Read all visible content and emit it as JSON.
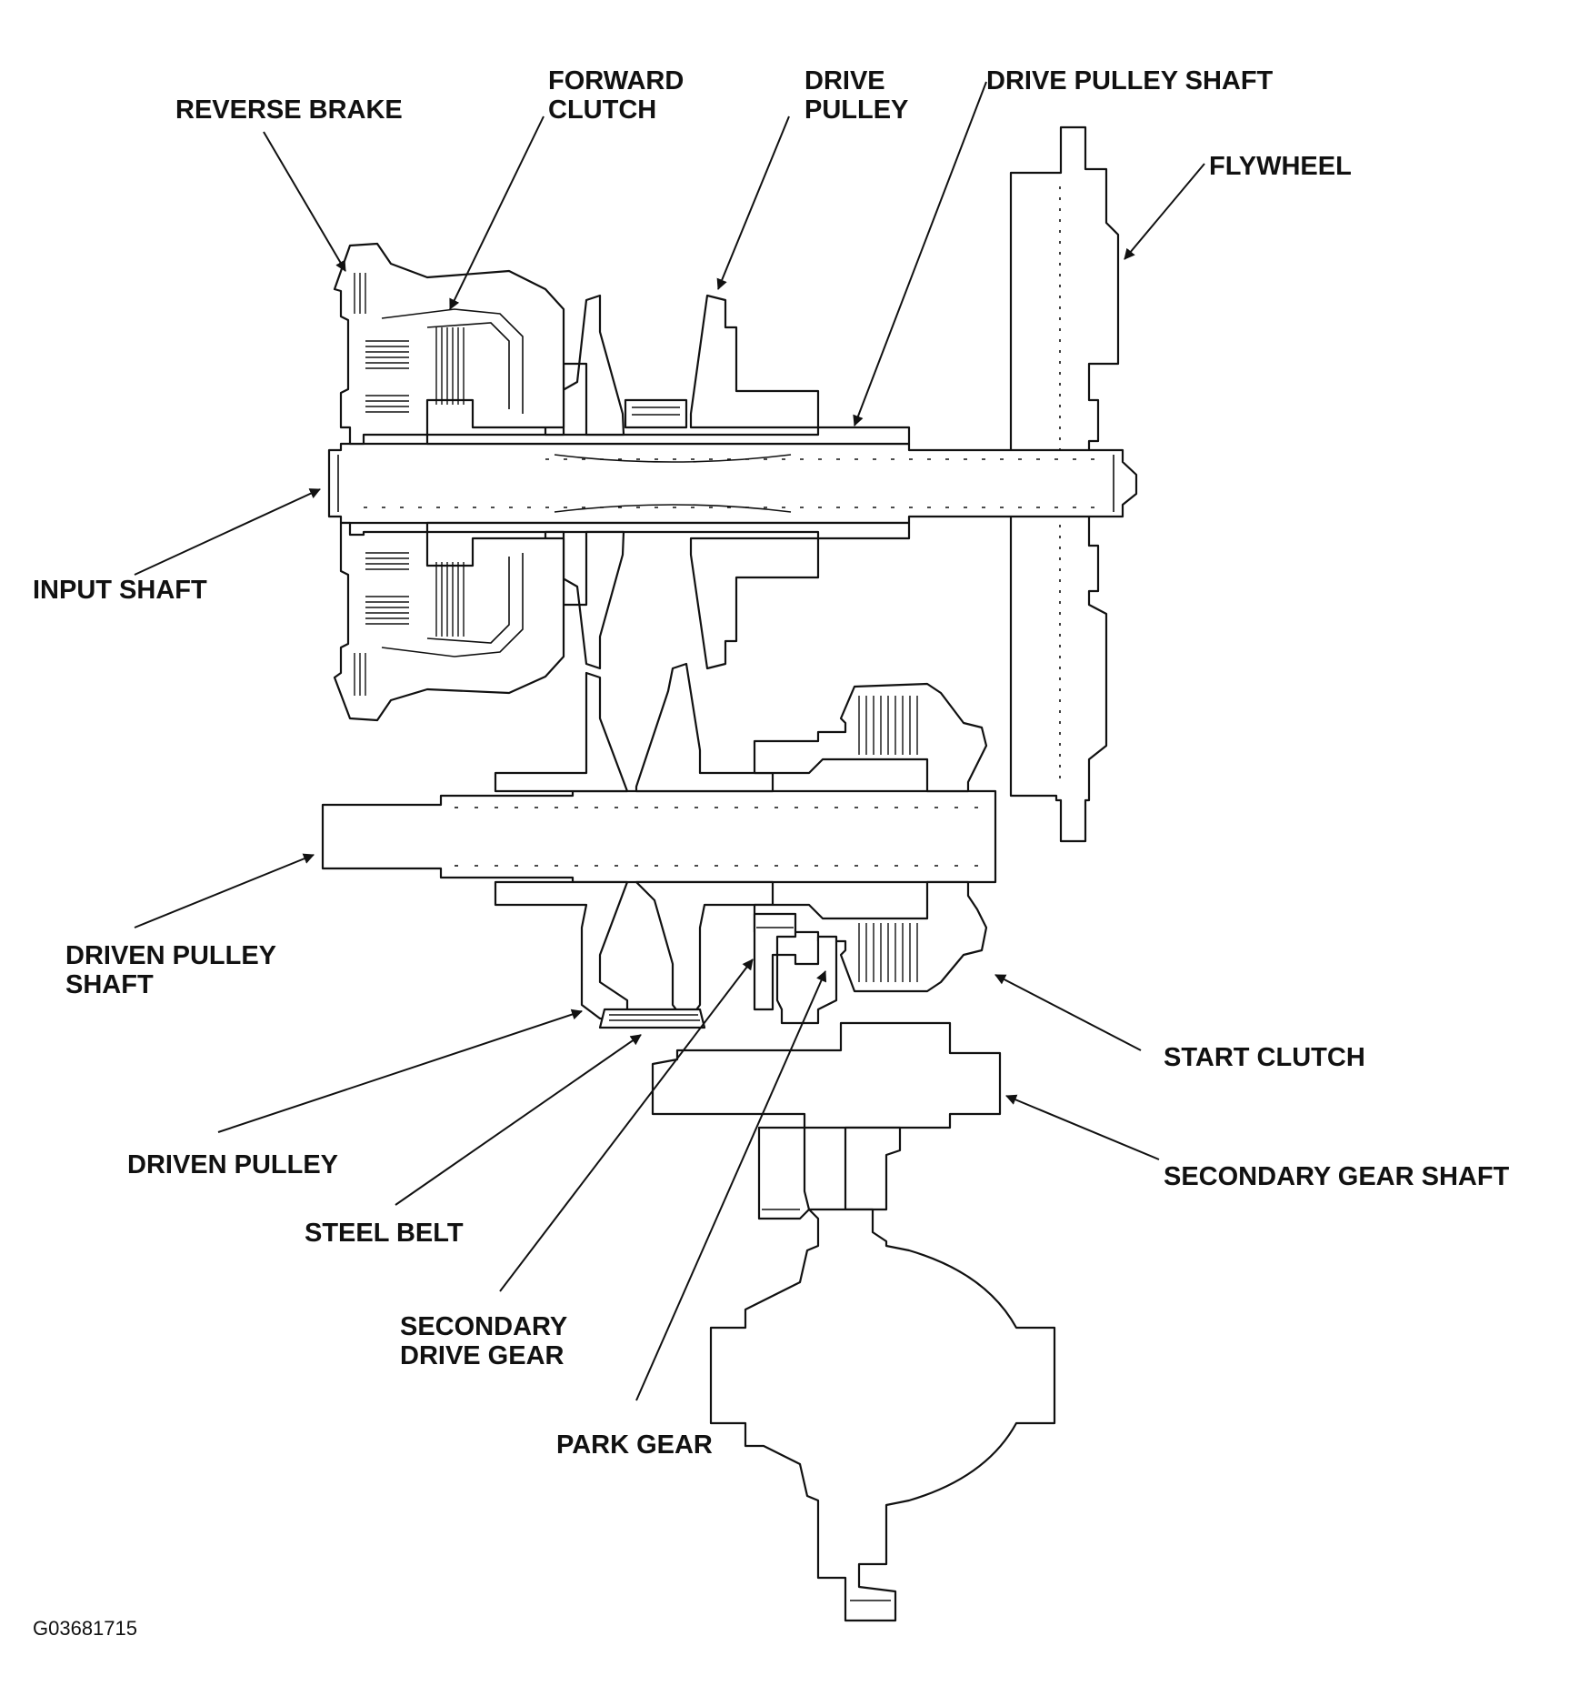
{
  "labels": {
    "reverse_brake": "REVERSE BRAKE",
    "forward_clutch_1": "FORWARD",
    "forward_clutch_2": "CLUTCH",
    "drive_pulley_1": "DRIVE",
    "drive_pulley_2": "PULLEY",
    "drive_pulley_shaft": "DRIVE PULLEY SHAFT",
    "flywheel": "FLYWHEEL",
    "input_shaft": "INPUT SHAFT",
    "driven_pulley_shaft_1": "DRIVEN PULLEY",
    "driven_pulley_shaft_2": "SHAFT",
    "start_clutch": "START CLUTCH",
    "driven_pulley": "DRIVEN PULLEY",
    "secondary_gear_shaft": "SECONDARY GEAR SHAFT",
    "steel_belt": "STEEL BELT",
    "secondary_drive_gear_1": "SECONDARY",
    "secondary_drive_gear_2": "DRIVE GEAR",
    "park_gear": "PARK GEAR"
  },
  "figure_code": "G03681715",
  "colors": {
    "line": "#111111",
    "background": "#ffffff"
  }
}
